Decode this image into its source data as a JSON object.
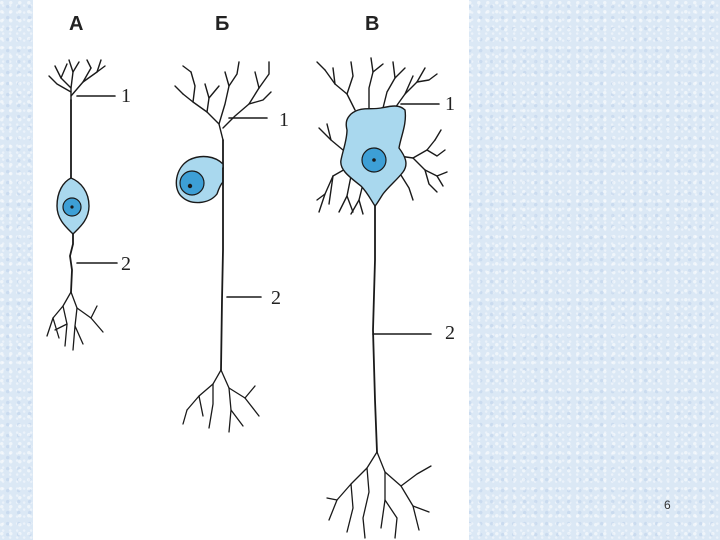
{
  "diagram": {
    "panels": [
      {
        "id": "A",
        "label": "А",
        "callouts": [
          "1",
          "2"
        ]
      },
      {
        "id": "B",
        "label": "Б",
        "callouts": [
          "1",
          "2"
        ]
      },
      {
        "id": "V",
        "label": "В",
        "callouts": [
          "1",
          "2"
        ]
      }
    ]
  },
  "colors": {
    "soma_fill": "#a9d8ee",
    "nucleus_fill": "#3d9fd6",
    "outline": "#1a1a1a",
    "background": "#dbe8f5"
  },
  "slide": {
    "page_number": "6"
  }
}
